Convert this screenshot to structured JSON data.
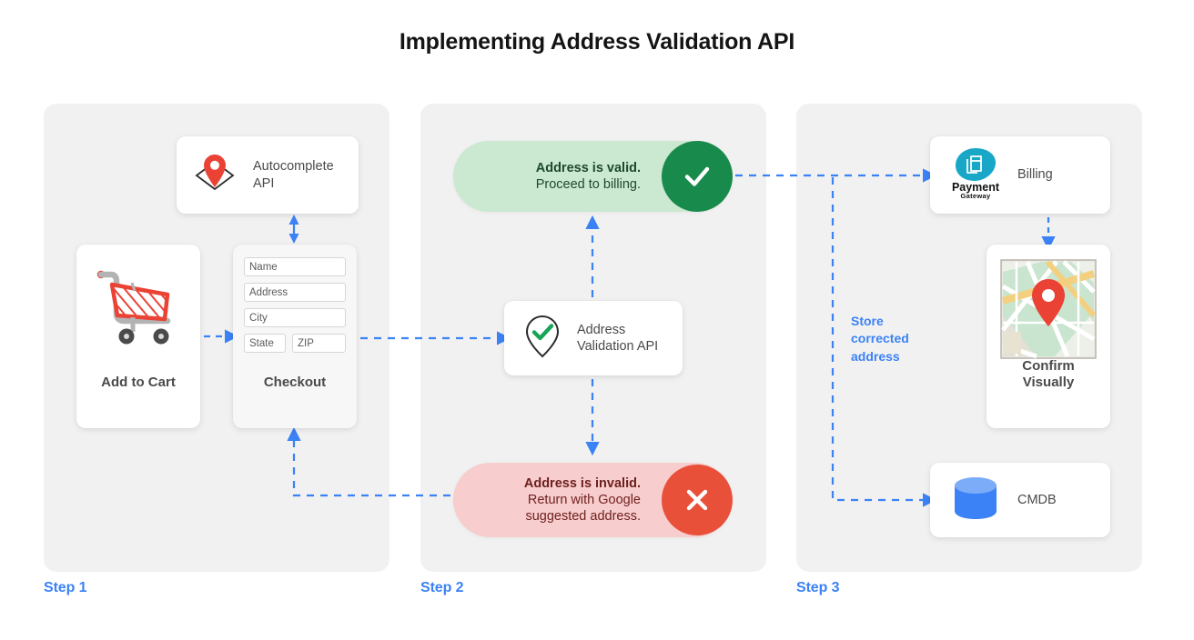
{
  "title": "Implementing Address Validation API",
  "accent_color": "#3b82f6",
  "steps": [
    {
      "label": "Step 1"
    },
    {
      "label": "Step 2"
    },
    {
      "label": "Step 3"
    }
  ],
  "step1": {
    "autocomplete_card": {
      "label": "Autocomplete\nAPI",
      "icon": "map-pin-diamond-icon"
    },
    "add_to_cart_card": {
      "label": "Add to Cart",
      "icon": "shopping-cart-icon"
    },
    "checkout_card": {
      "label": "Checkout",
      "fields": [
        {
          "name": "name",
          "placeholder": "Name"
        },
        {
          "name": "address",
          "placeholder": "Address"
        },
        {
          "name": "city",
          "placeholder": "City"
        },
        {
          "name": "state",
          "placeholder": "State"
        },
        {
          "name": "zip",
          "placeholder": "ZIP"
        }
      ]
    }
  },
  "step2": {
    "valid_pill": {
      "headline": "Address is valid.",
      "detail": "Proceed to billing.",
      "badge_icon": "check-icon",
      "badge_color": "#188b4c",
      "background_color": "#cbe8d1"
    },
    "invalid_pill": {
      "headline": "Address is invalid.",
      "detail": "Return with Google\nsuggested address.",
      "badge_icon": "close-icon",
      "badge_color": "#e8503a",
      "background_color": "#f8cdcd"
    },
    "validation_card": {
      "label": "Address\nValidation API",
      "icon": "map-pin-check-icon"
    }
  },
  "step3": {
    "billing_card": {
      "label": "Billing",
      "logo_primary": "Payment",
      "logo_secondary": "Gateway",
      "icon": "payment-gateway-logo",
      "logo_color": "#19a7c8"
    },
    "confirm_card": {
      "label": "Confirm\nVisually",
      "icon": "map-thumbnail-icon"
    },
    "cmdb_card": {
      "label": "CMDB",
      "icon": "database-icon",
      "icon_color": "#3b82f6"
    },
    "annotation": "Store\ncorrected\naddress"
  }
}
